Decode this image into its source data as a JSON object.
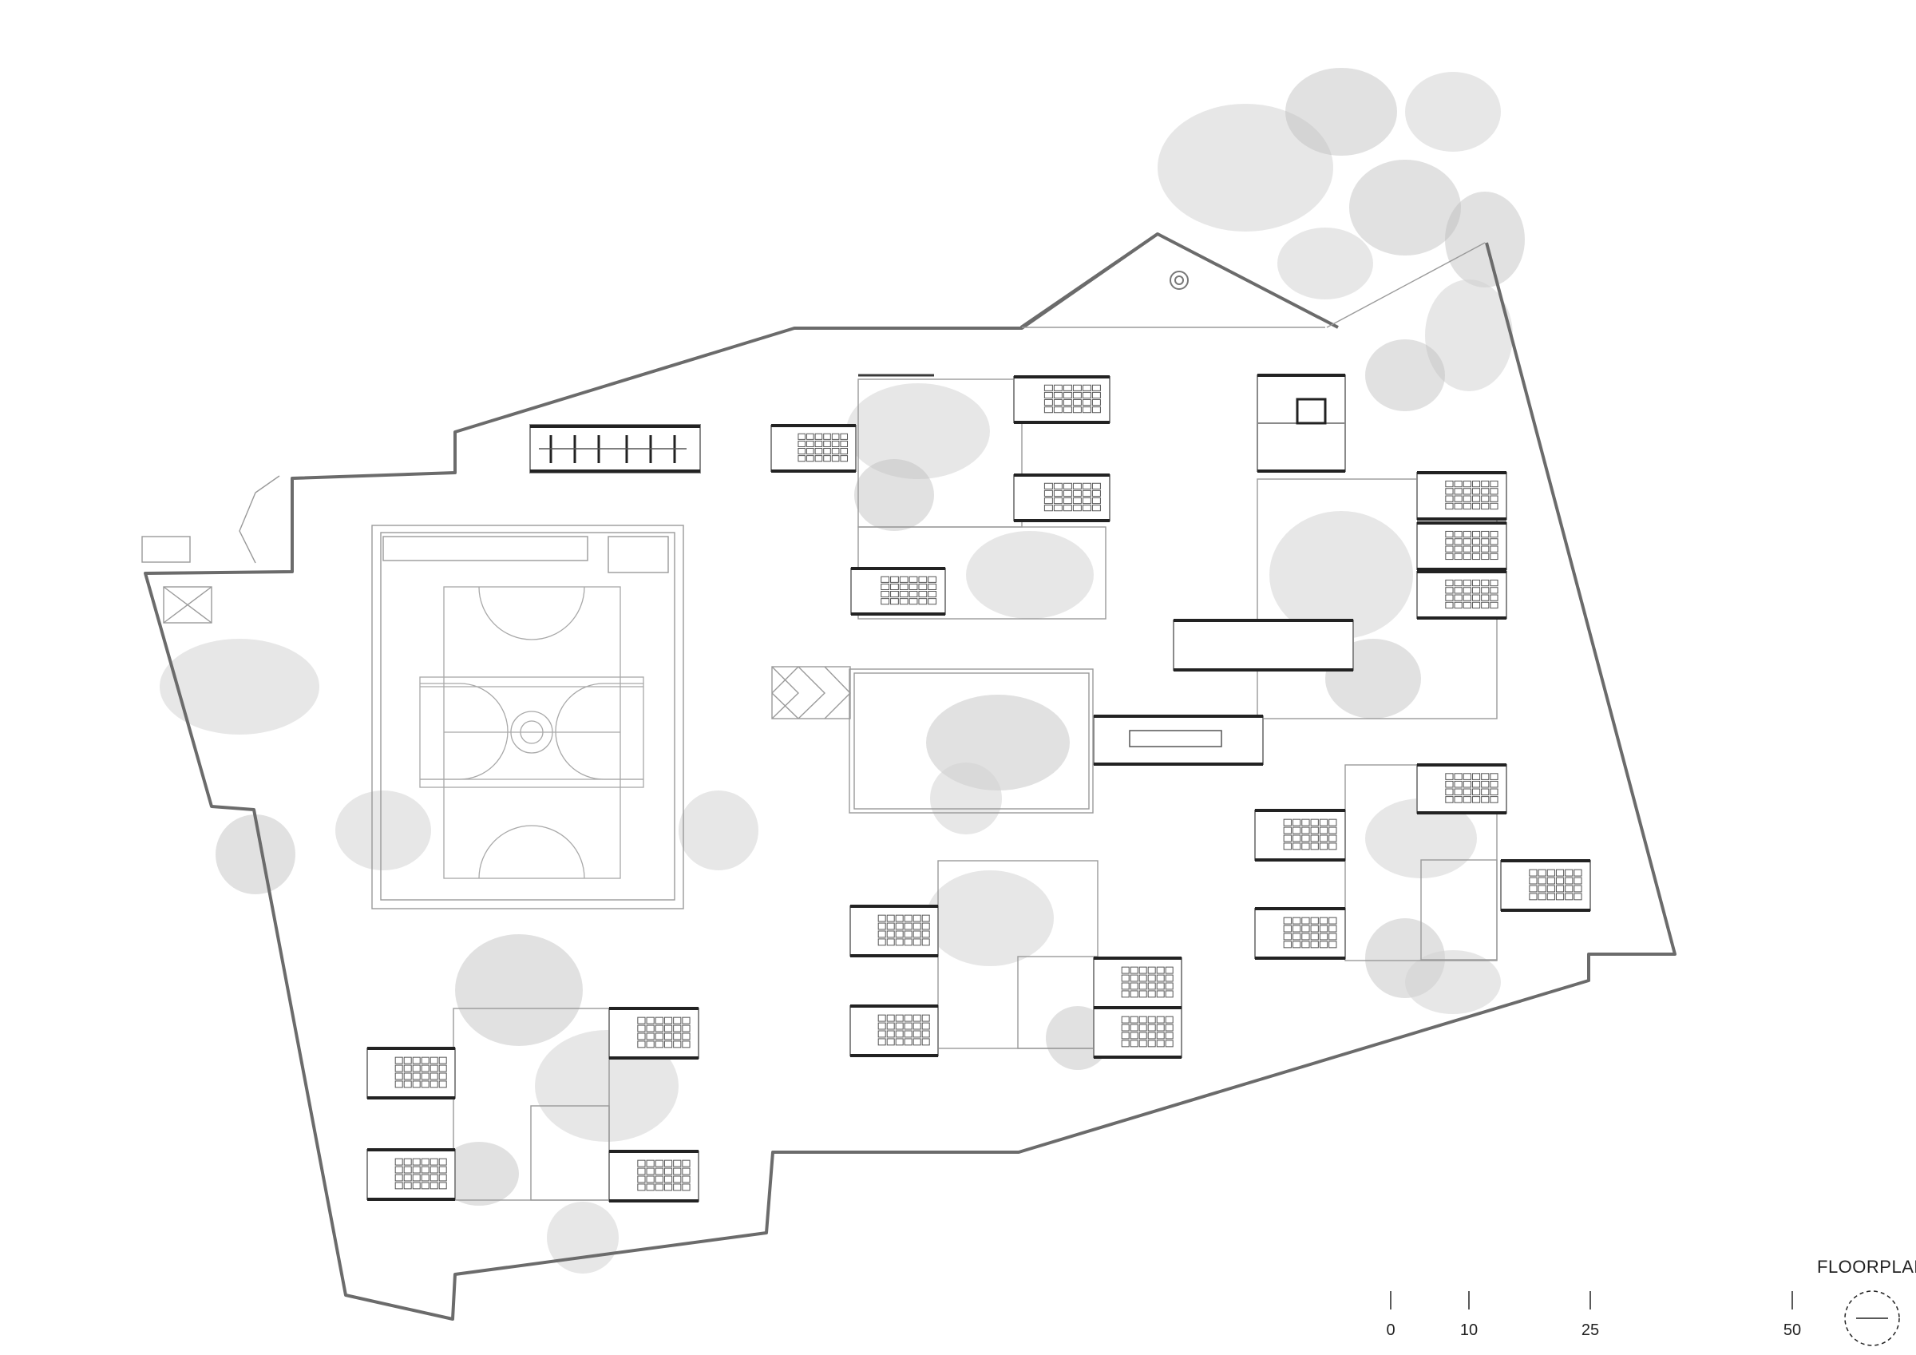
{
  "legend": {
    "title": "FLOORPLAN",
    "scale_ticks": [
      "0",
      "10",
      "25",
      "50"
    ]
  },
  "icons": {
    "north_arrow": "compass-icon"
  }
}
